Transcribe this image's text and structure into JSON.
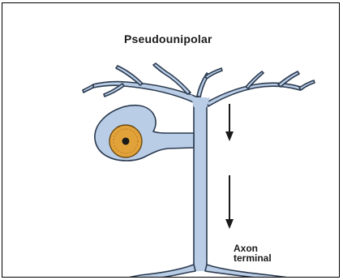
{
  "figure": {
    "title": "Pseudounipolar",
    "axon_label_line1": "Axon",
    "axon_label_line2": "terminal"
  },
  "colors": {
    "neuron_fill": "#b9cde6",
    "neuron_outline": "#2b3a4f",
    "nucleus_fill": "#e2a23a",
    "nucleolus": "#1a1a1a"
  }
}
